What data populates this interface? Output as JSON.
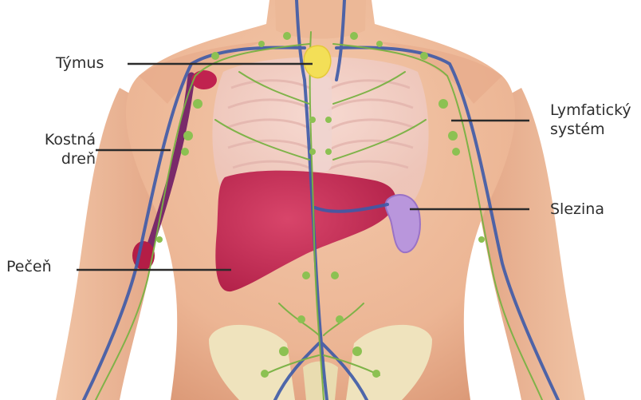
{
  "labels": {
    "tymus": "Týmus",
    "kostna_line1": "Kostná",
    "kostna_line2": "dreň",
    "pecen": "Pečeň",
    "lymfaticky_line1": "Lymfatický",
    "lymfaticky_line2": "systém",
    "slezina": "Slezina"
  },
  "colors": {
    "skin": "#efbd9c",
    "skin_shadow": "#e09e7f",
    "liver": "#c82e55",
    "spleen": "#b898dc",
    "thymus": "#f3e05a",
    "lymph": "#7cb445",
    "vessel": "#3d5aa8",
    "pelvis": "#ede2b8",
    "rib": "#f2d8d6",
    "leader_line": "#2b2b2b"
  }
}
